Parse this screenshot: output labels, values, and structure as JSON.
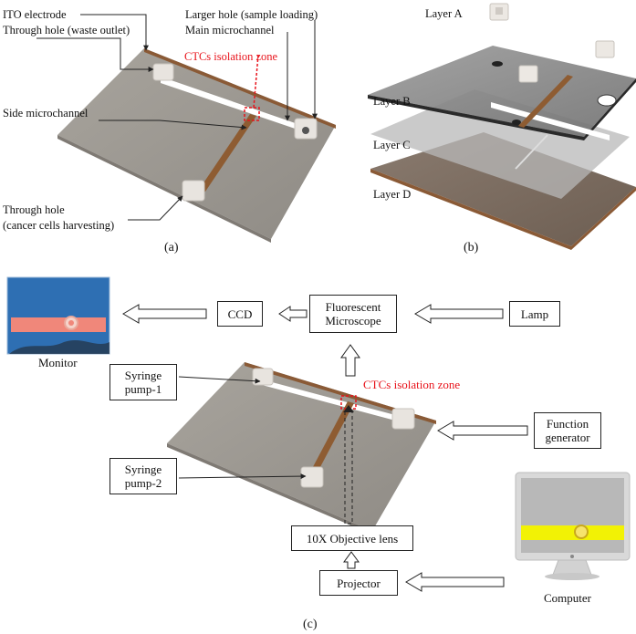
{
  "panel_a": {
    "caption": "(a)",
    "ito_electrode": "ITO electrode",
    "through_hole_waste": "Through hole (waste outlet)",
    "larger_hole": "Larger hole (sample loading)",
    "main_microchannel": "Main microchannel",
    "ctc_zone": "CTCs isolation zone",
    "side_microchannel": "Side microchannel",
    "through_hole_harvest_1": "Through hole",
    "through_hole_harvest_2": "(cancer cells harvesting)"
  },
  "panel_b": {
    "caption": "(b)",
    "layer_a": "Layer A",
    "layer_b": "Layer B",
    "layer_c": "Layer C",
    "layer_d": "Layer D"
  },
  "panel_c": {
    "caption": "(c)",
    "monitor": "Monitor",
    "ccd": "CCD",
    "microscope_1": "Fluorescent",
    "microscope_2": "Microscope",
    "lamp": "Lamp",
    "syringe1_1": "Syringe",
    "syringe1_2": "pump-1",
    "syringe2_1": "Syringe",
    "syringe2_2": "pump-2",
    "ctc_zone": "CTCs isolation zone",
    "function_gen_1": "Function",
    "function_gen_2": "generator",
    "objective": "10X Objective lens",
    "projector": "Projector",
    "computer": "Computer"
  },
  "colors": {
    "chip_face": "#9b9790",
    "chip_edge": "#8a5a36",
    "channel": "#ffffff",
    "side_channel": "#8e5c32",
    "red_highlight": "#e8131b",
    "yellow_bar": "#f2f205",
    "monitor_blue": "#2e6fb3",
    "monitor_bar": "#f0877a"
  }
}
